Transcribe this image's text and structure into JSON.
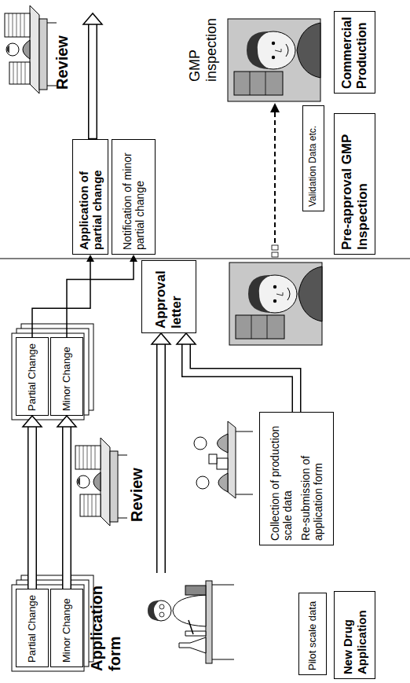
{
  "diagram": {
    "nodes": [
      {
        "text": [
          "Partial Change"
        ]
      },
      {
        "text": [
          "Minor Change"
        ]
      },
      {
        "text": [
          "Pilot scale data"
        ]
      },
      {
        "text": [
          "New Drug Application"
        ]
      },
      {
        "text": [
          "Collection of production scale data",
          "Re-submission of application form"
        ]
      },
      {
        "text": [
          "Partial Change"
        ]
      },
      {
        "text": [
          "Minor Change"
        ]
      },
      {
        "text": [
          "Approval letter"
        ]
      },
      {
        "text": [
          "Application of partial change"
        ]
      },
      {
        "text": [
          "Notification of minor partial change"
        ]
      },
      {
        "text": [
          "Pre-approval GMP Inspection"
        ]
      },
      {
        "text": [
          "Validation Data etc."
        ]
      },
      {
        "text": [
          "Commercial Production"
        ]
      }
    ],
    "edges": [
      {
        "from": 0,
        "to": 5,
        "arrow": "to"
      },
      {
        "from": 1,
        "to": 6,
        "arrow": "to"
      },
      {
        "from": 4,
        "to": 7,
        "arrow": "to"
      },
      {
        "from": 5,
        "to": 8,
        "arrow": "to"
      },
      {
        "from": 6,
        "to": 9,
        "arrow": "to"
      }
    ],
    "labels": [
      "Application form",
      "Review",
      "Review",
      "GMP inspection"
    ]
  }
}
